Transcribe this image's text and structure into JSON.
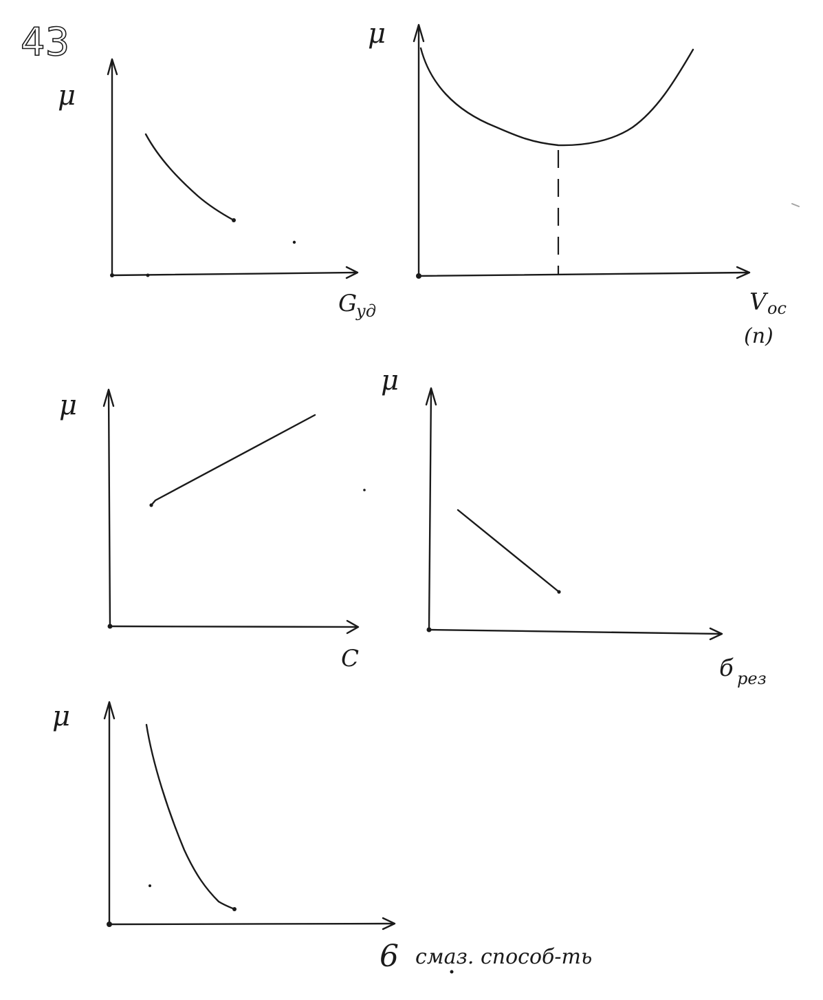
{
  "page_number": "43",
  "graphs": [
    {
      "id": "g1",
      "y_label": "μ",
      "x_label": "G",
      "x_label_sub": "уд",
      "curve": "decreasing"
    },
    {
      "id": "g2",
      "y_label": "μ",
      "x_label": "V",
      "x_label_sub": "oc",
      "x_label_extra": "(n)",
      "curve": "u-shaped with minimum marked by dashed line"
    },
    {
      "id": "g3",
      "y_label": "μ",
      "x_label": "C",
      "curve": "increasing"
    },
    {
      "id": "g4",
      "y_label": "μ",
      "x_label": "б",
      "x_label_sub": "рез",
      "curve": "decreasing"
    },
    {
      "id": "g5",
      "y_label": "μ",
      "x_label": "6",
      "x_label_extra": "смаз. способ-ть",
      "curve": "decreasing steeply"
    }
  ],
  "colors": {
    "ink": "#1a1a1a",
    "paper": "#ffffff"
  }
}
